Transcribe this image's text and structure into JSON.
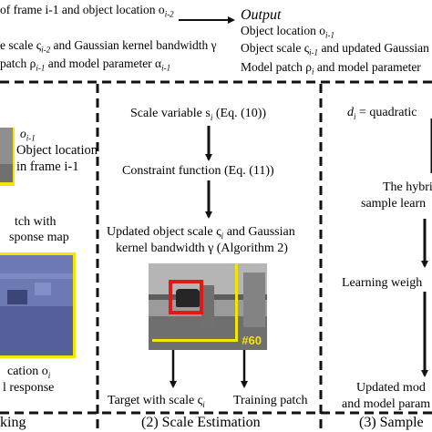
{
  "colors": {
    "line": "#111111",
    "photo_gray": "#9a9a9a",
    "photo_blue": "#6c78b0",
    "box_yellow": "#f2e600",
    "box_red": "#e01818",
    "badge_yellow": "#f6e400"
  },
  "input_block": {
    "line1": "of frame i-1 and object location o",
    "line1_sub": "i-2",
    "line2": "e scale ς",
    "line2_sub": "i-2",
    "line2_rest": " and Gaussian kernel bandwidth γ",
    "line3": "patch ρ",
    "line3_sub": "i-1",
    "line3_rest": " and model parameter α",
    "line3_sub2": "i-1"
  },
  "output_block": {
    "title": "Output",
    "line1": "Object location o",
    "line1_sub": "i-1",
    "line2": "Object scale ς",
    "line2_sub": "i-1",
    "line2_rest": " and updated Gaussian",
    "line3": "Model patch ρ",
    "line3_sub": "i",
    "line3_rest": " and model parameter"
  },
  "tracking_panel": {
    "o_label": "o",
    "o_sub": "i-1",
    "loc_line1": "Object location",
    "loc_line2": "in frame i-1",
    "patch_line1": "tch with",
    "patch_line2": "sponse map",
    "cation_label": "cation o",
    "cation_sub": "i",
    "response_label": "l response",
    "footer": "king"
  },
  "scale_panel": {
    "scale_variable": "Scale variable s",
    "scale_variable_sub": "i",
    "scale_variable_eq": " (Eq. (10))",
    "constraint": "Constraint function (Eq. (11))",
    "updated_line1": "Updated object scale ς",
    "updated_line1_sub": "i",
    "updated_line1_rest": " and Gaussian",
    "updated_line2": "kernel bandwidth γ (Algorithm 2)",
    "badge": "#60",
    "target": "Target with scale ς",
    "target_sub": "i",
    "training": "Training patch",
    "footer": "(2) Scale Estimation"
  },
  "sample_panel": {
    "d_label": "d",
    "d_sub": "i",
    "d_rest": " = quadratic",
    "hybrid_line1": "The hybri",
    "hybrid_line2": "sample learn",
    "learning": "Learning weigh",
    "updated_line1": "Updated mod",
    "updated_line2": "and model param",
    "footer": "(3) Sample"
  }
}
